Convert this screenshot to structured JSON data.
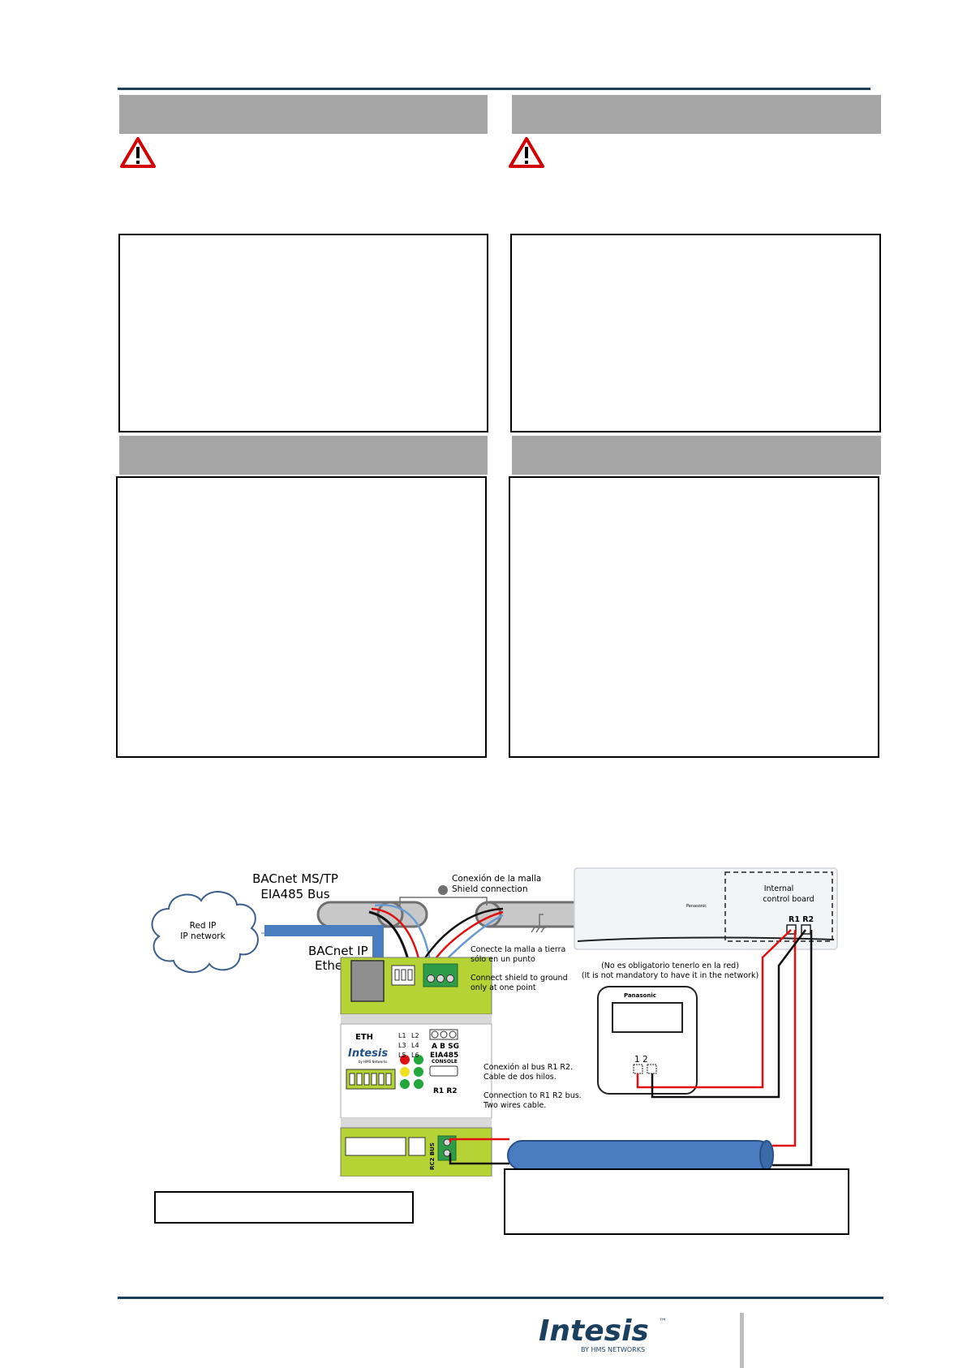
{
  "diagram": {
    "bus_title_1": "BACnet MS/TP",
    "bus_title_2": "EIA485 Bus",
    "shield_es": "Conexión de la malla",
    "shield_en": "Shield connection",
    "cloud_1": "Red IP",
    "cloud_2": "IP network",
    "ip_1": "BACnet IP",
    "ip_2": "Ethernet",
    "ground_es_1": "Conecte la malla a tierra",
    "ground_es_2": "sólo en un punto",
    "ground_en_1": "Connect shield to ground",
    "ground_en_2": "only at one point",
    "eth": "ETH",
    "leds": [
      "L1",
      "L2",
      "L3",
      "L4",
      "L5",
      "L6"
    ],
    "brand": "Intesis",
    "brand_sub": "by HMS Networks",
    "terminal_label": "A B SG",
    "eia485": "EIA485",
    "console": "CONSOLE",
    "r1r2": "R1 R2",
    "rc2bus": "RC2 BUS",
    "board_1": "Internal",
    "board_2": "control board",
    "board_r1r2": "R1 R2",
    "ac_brand": "Panasonic",
    "remote_brand": "Panasonic",
    "remote_terms": "1  2",
    "optional_es": "(No es obligatorio tenerlo en la red)",
    "optional_en": "(It is not mandatory to have it in the network)",
    "bus_es_1": "Conexión al bus R1 R2.",
    "bus_es_2": "Cable de dos hilos.",
    "bus_en_1": "Connection to R1 R2 bus.",
    "bus_en_2": "Two wires cable."
  },
  "footer": {
    "logo": "Intesis",
    "logo_tm": "™",
    "logo_sub": "BY HMS NETWORKS"
  },
  "colors": {
    "rule": "#1b3f5e",
    "header_bar": "#a6a6a6",
    "device_green": "#b5d335",
    "cable_blue": "#4a7dbf",
    "wire_red": "#e01010",
    "logo_blue": "#1b3f5e"
  }
}
